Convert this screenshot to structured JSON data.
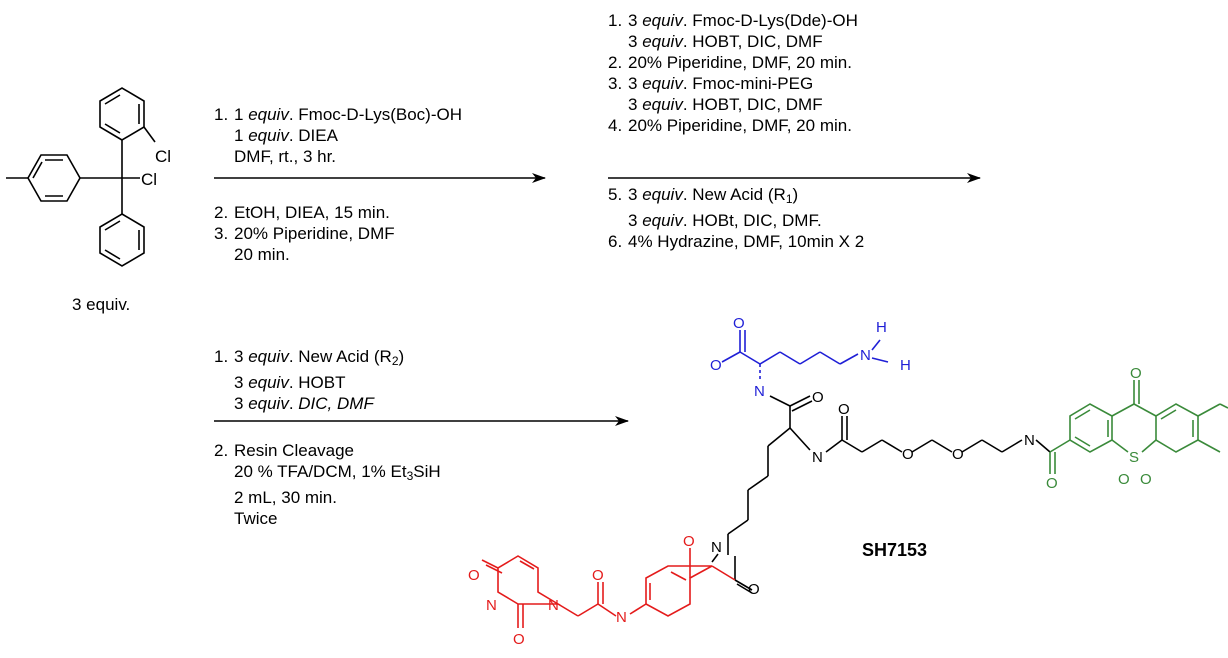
{
  "reagent": {
    "atoms": {
      "cl1": "Cl",
      "cl2": "Cl"
    },
    "equiv_label": "3 equiv."
  },
  "step1": {
    "line1_num": "1.",
    "line1_a": "1 ",
    "line1_equiv": "equiv",
    "line1_b": ". Fmoc-D-Lys(Boc)-OH",
    "line2_a": "1 ",
    "line2_equiv": "equiv",
    "line2_b": ". DIEA",
    "line3": "DMF, rt., 3 hr.",
    "line4_num": "2.",
    "line4": "EtOH, DIEA, 15 min.",
    "line5_num": "3.",
    "line5": "20% Piperidine, DMF",
    "line6": "20 min."
  },
  "step2": {
    "l1_num": "1.",
    "l1_a": "3 ",
    "l1_equiv": "equiv",
    "l1_b": ". Fmoc-D-Lys(Dde)-OH",
    "l2_a": "3 ",
    "l2_equiv": "equiv",
    "l2_b": ". HOBT, DIC, DMF",
    "l3_num": "2.",
    "l3": "20% Piperidine, DMF, 20 min.",
    "l4_num": "3.",
    "l4_a": "3 ",
    "l4_equiv": "equiv",
    "l4_b": ". Fmoc-mini-PEG",
    "l5_a": "3 ",
    "l5_equiv": "equiv",
    "l5_b": ". HOBT, DIC, DMF",
    "l6_num": "4.",
    "l6": "20% Piperidine, DMF, 20 min.",
    "l7_num": "5.",
    "l7_a": "3 ",
    "l7_equiv": "equiv",
    "l7_b": ". New Acid (R",
    "l7_sub": "1",
    "l7_c": ")",
    "l8_a": "3 ",
    "l8_equiv": "equiv",
    "l8_b": ". HOBt, DIC, DMF.",
    "l9_num": "6.",
    "l9": "4% Hydrazine, DMF, 10min X 2"
  },
  "step3": {
    "l1_num": "1.",
    "l1_a": "3 ",
    "l1_equiv": "equiv",
    "l1_b": ". New Acid (R",
    "l1_sub": "2",
    "l1_c": ")",
    "l2_a": "3 ",
    "l2_equiv": "equiv",
    "l2_b": ". HOBT",
    "l3_a": "3 ",
    "l3_equiv": "equiv",
    "l3_b": ". ",
    "l3_italic_tail": "DIC, DMF",
    "l4_num": "2.",
    "l4": "Resin Cleavage",
    "l5_a": "20 % TFA/DCM, 1% Et",
    "l5_sub": "3",
    "l5_b": "SiH",
    "l6": "2 mL, 30 min.",
    "l7": "Twice"
  },
  "product": {
    "name": "SH7153",
    "atoms": {
      "blue_o1": "O",
      "blue_o2": "O",
      "blue_n": "N",
      "blue_nh_n": "N",
      "blue_h1": "H",
      "blue_h2": "H",
      "core_o1": "O",
      "core_n": "N",
      "core_o2": "O",
      "peg_o1": "O",
      "peg_o2": "O",
      "peg_n": "N",
      "green_o_amide": "O",
      "green_o_ketone": "O",
      "green_s": "S",
      "green_so1": "O",
      "green_so2": "O",
      "amide_n": "N",
      "amide_o": "O",
      "red_oh": "O",
      "red_n_amide": "N",
      "red_o_amide": "O",
      "red_o_top": "O",
      "red_n1": "N",
      "red_n2": "N",
      "red_o_bottom": "O"
    }
  },
  "colors": {
    "blue": "#1f1fd6",
    "green": "#3a8a3a",
    "red": "#e41b1b",
    "black": "#000000"
  }
}
